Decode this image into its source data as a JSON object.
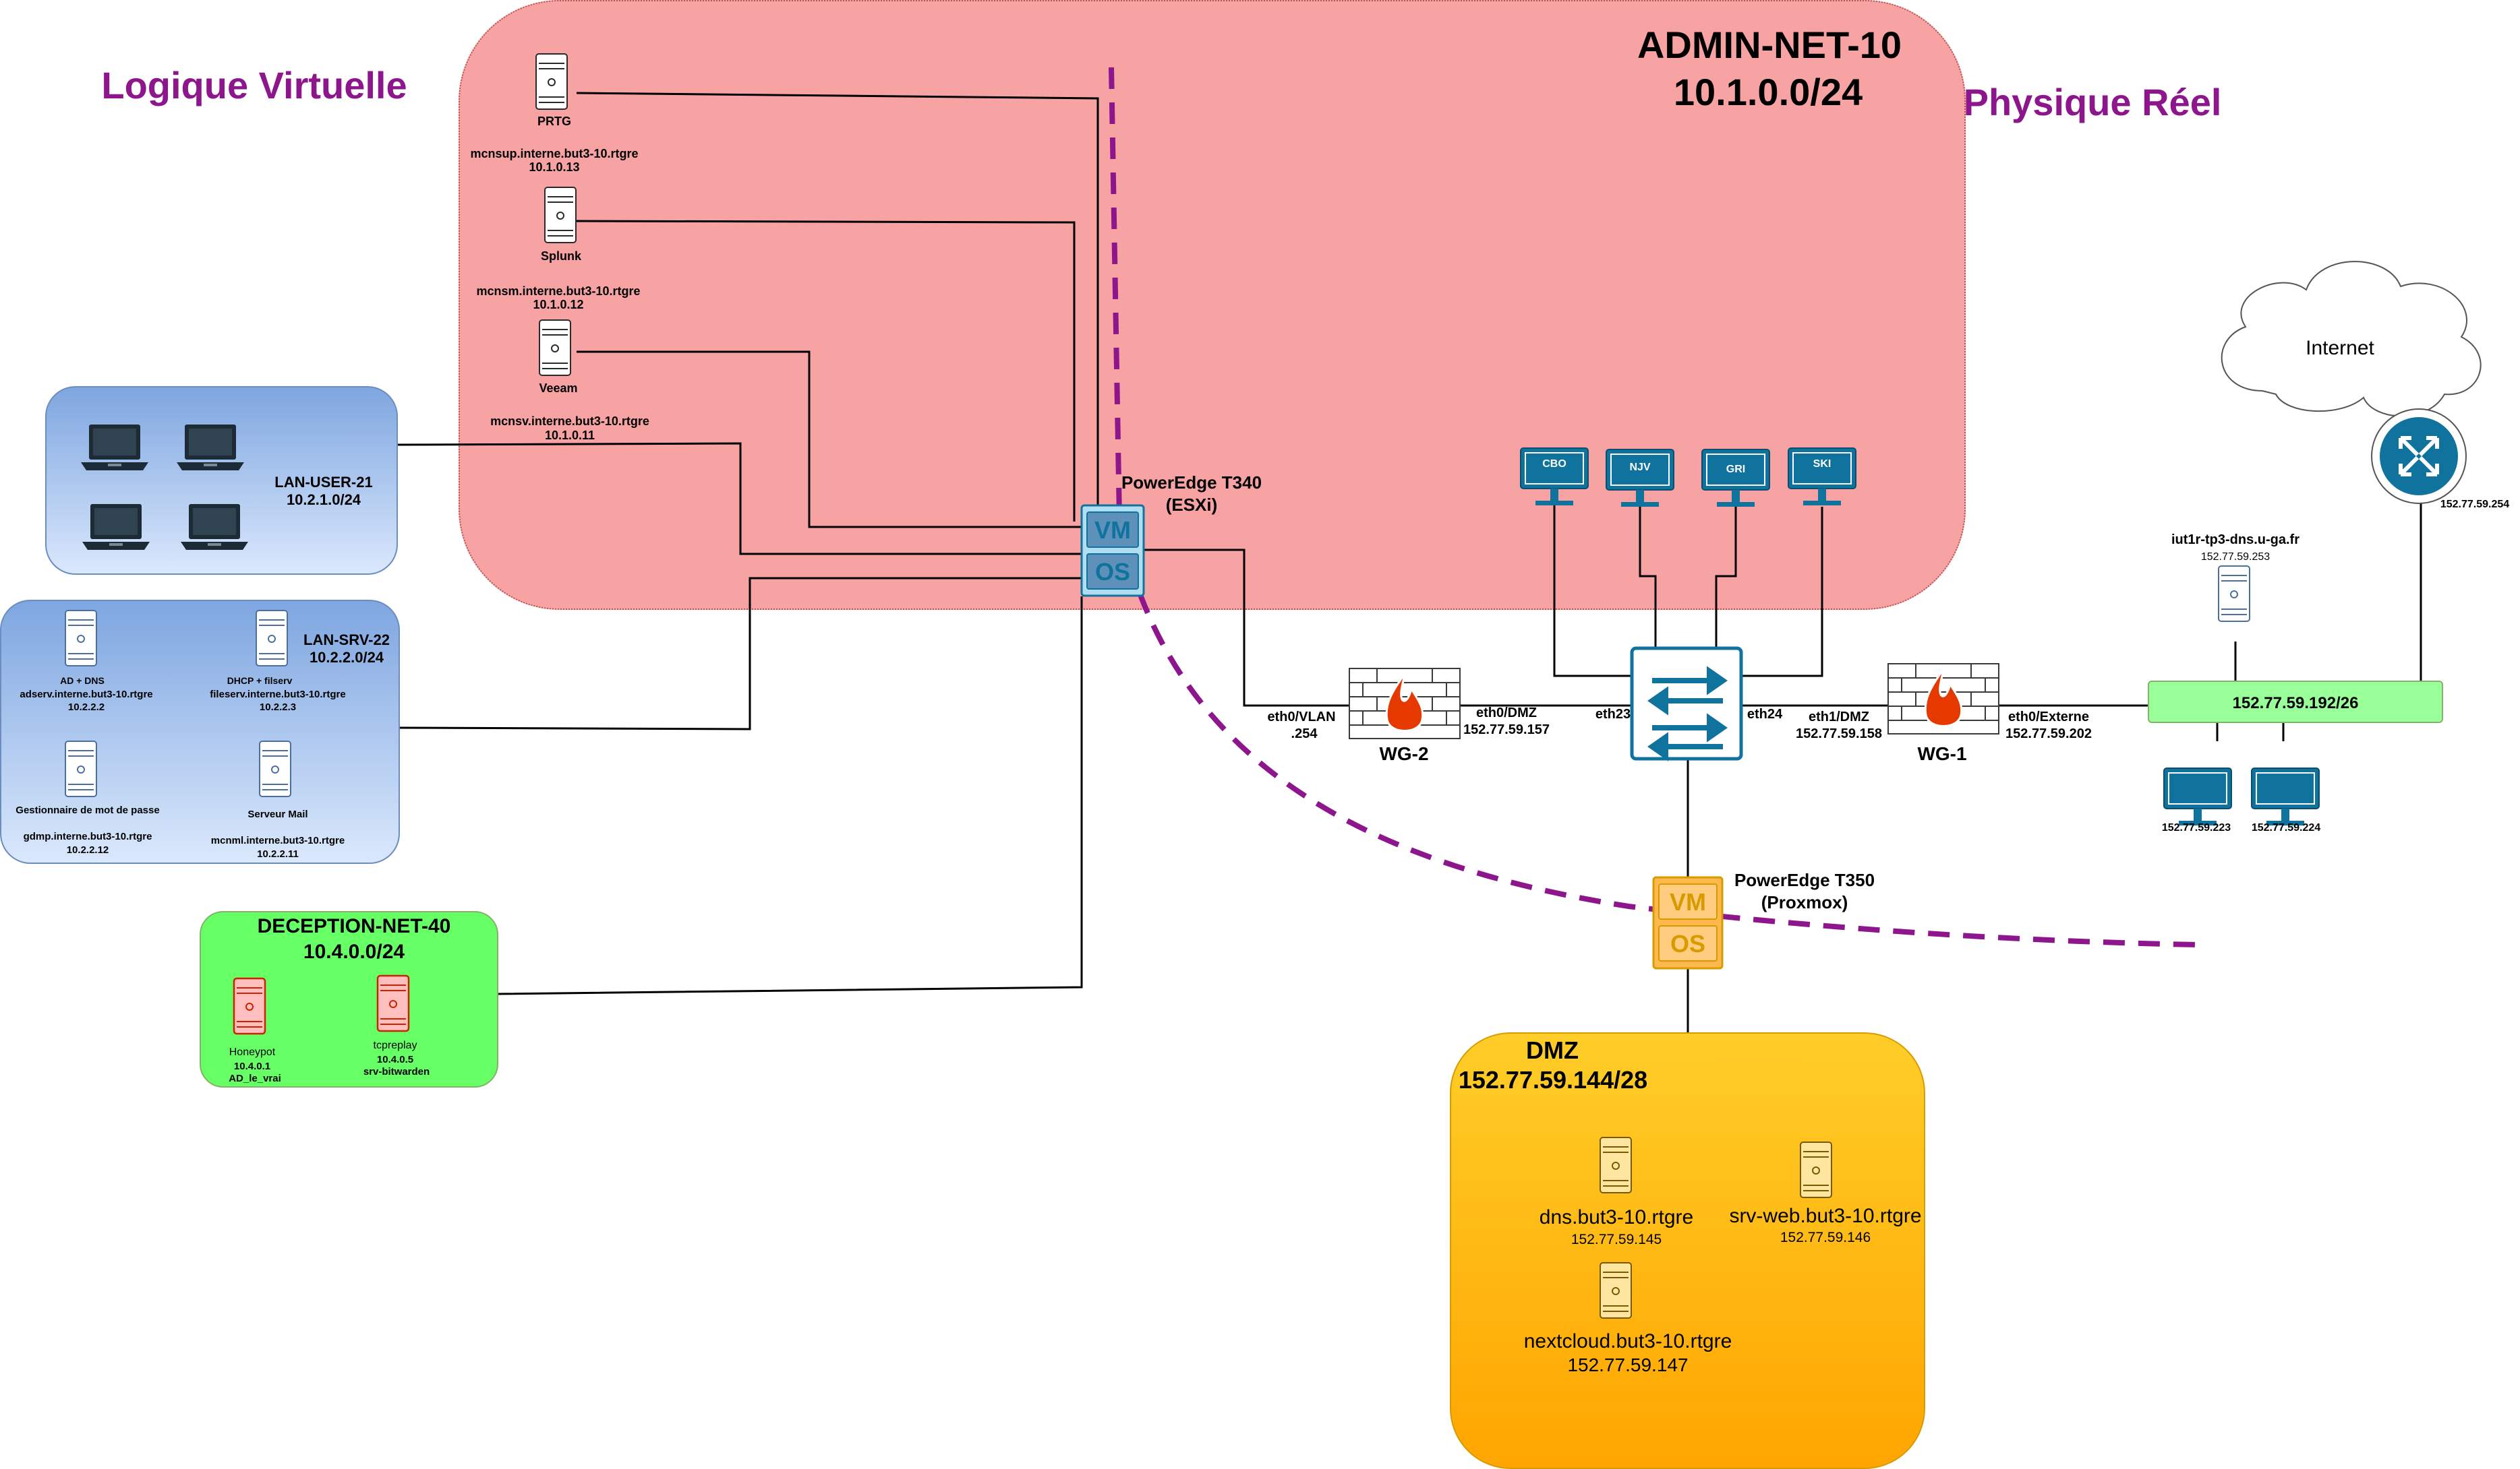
{
  "titles": {
    "left": "Logique Virtuelle",
    "right": "Physique Réel"
  },
  "admin": {
    "name": "ADMIN-NET-10",
    "subnet": "10.1.0.0/24",
    "servers": [
      {
        "name": "PRTG",
        "host": "mcnsup.interne.but3-10.rtgre",
        "ip": "10.1.0.13"
      },
      {
        "name": "Splunk",
        "host": "mcnsm.interne.but3-10.rtgre",
        "ip": "10.1.0.12"
      },
      {
        "name": "Veeam",
        "host": "mcnsv.interne.but3-10.rtgre",
        "ip": "10.1.0.11"
      }
    ],
    "workstations": [
      "CBO",
      "NJV",
      "GRI",
      "SKI"
    ]
  },
  "lan_user": {
    "name": "LAN-USER-21",
    "subnet": "10.2.1.0/24"
  },
  "lan_srv": {
    "name": "LAN-SRV-22",
    "subnet": "10.2.2.0/24",
    "servers": [
      {
        "role": "AD + DNS",
        "host": "adserv.interne.but3-10.rtgre",
        "ip": "10.2.2.2"
      },
      {
        "role": "DHCP + filserv",
        "host": "fileserv.interne.but3-10.rtgre",
        "ip": "10.2.2.3"
      },
      {
        "role": "Gestionnaire de mot de passe",
        "host": "gdmp.interne.but3-10.rtgre",
        "ip": "10.2.2.12"
      },
      {
        "role": "Serveur Mail",
        "host": "mcnml.interne.but3-10.rtgre",
        "ip": "10.2.2.11"
      }
    ]
  },
  "deception": {
    "name": "DECEPTION-NET-40",
    "subnet": "10.4.0.0/24",
    "servers": [
      {
        "name": "Honeypot",
        "ip": "10.4.0.1",
        "alias": "AD_le_vrai"
      },
      {
        "name": "tcpreplay",
        "ip": "10.4.0.5",
        "alias": "srv-bitwarden"
      }
    ]
  },
  "esxi": {
    "name": "PowerEdge T340",
    "sub": "(ESXi)",
    "vm": "VM",
    "os": "OS"
  },
  "proxmox": {
    "name": "PowerEdge T350",
    "sub": "(Proxmox)",
    "vm": "VM",
    "os": "OS"
  },
  "wg2": {
    "name": "WG-2",
    "left_if": "eth0/VLAN",
    "left_ip": ".254",
    "right_if": "eth0/DMZ",
    "right_ip": "152.77.59.157"
  },
  "switch": {
    "left_port": "eth23",
    "right_port": "eth24"
  },
  "wg1": {
    "name": "WG-1",
    "left_if": "eth1/DMZ",
    "left_ip": "152.77.59.158",
    "right_if": "eth0/Externe",
    "right_ip": "152.77.59.202"
  },
  "external": {
    "subnet": "152.77.59.192/26",
    "dns_name": "iut1r-tp3-dns.u-ga.fr",
    "dns_ip": "152.77.59.253",
    "pc1_ip": "152.77.59.223",
    "pc2_ip": "152.77.59.224",
    "router_ip": "152.77.59.254",
    "internet": "Internet"
  },
  "dmz": {
    "name": "DMZ",
    "subnet": "152.77.59.144/28",
    "servers": [
      {
        "name": "dns.but3-10.rtgre",
        "ip": "152.77.59.145"
      },
      {
        "name": "srv-web.but3-10.rtgre",
        "ip": "152.77.59.146"
      },
      {
        "name": "nextcloud.but3-10.rtgre",
        "ip": "152.77.59.147"
      }
    ]
  },
  "colors": {
    "admin_fill": "#f8a3a3",
    "lan_blue": "#8fb0e8",
    "deception_green": "#66ff66",
    "dmz_orange": "#ffc000",
    "external_green": "#99ff99",
    "accent_purple": "#8e168c",
    "device_blue": "#10739e"
  }
}
